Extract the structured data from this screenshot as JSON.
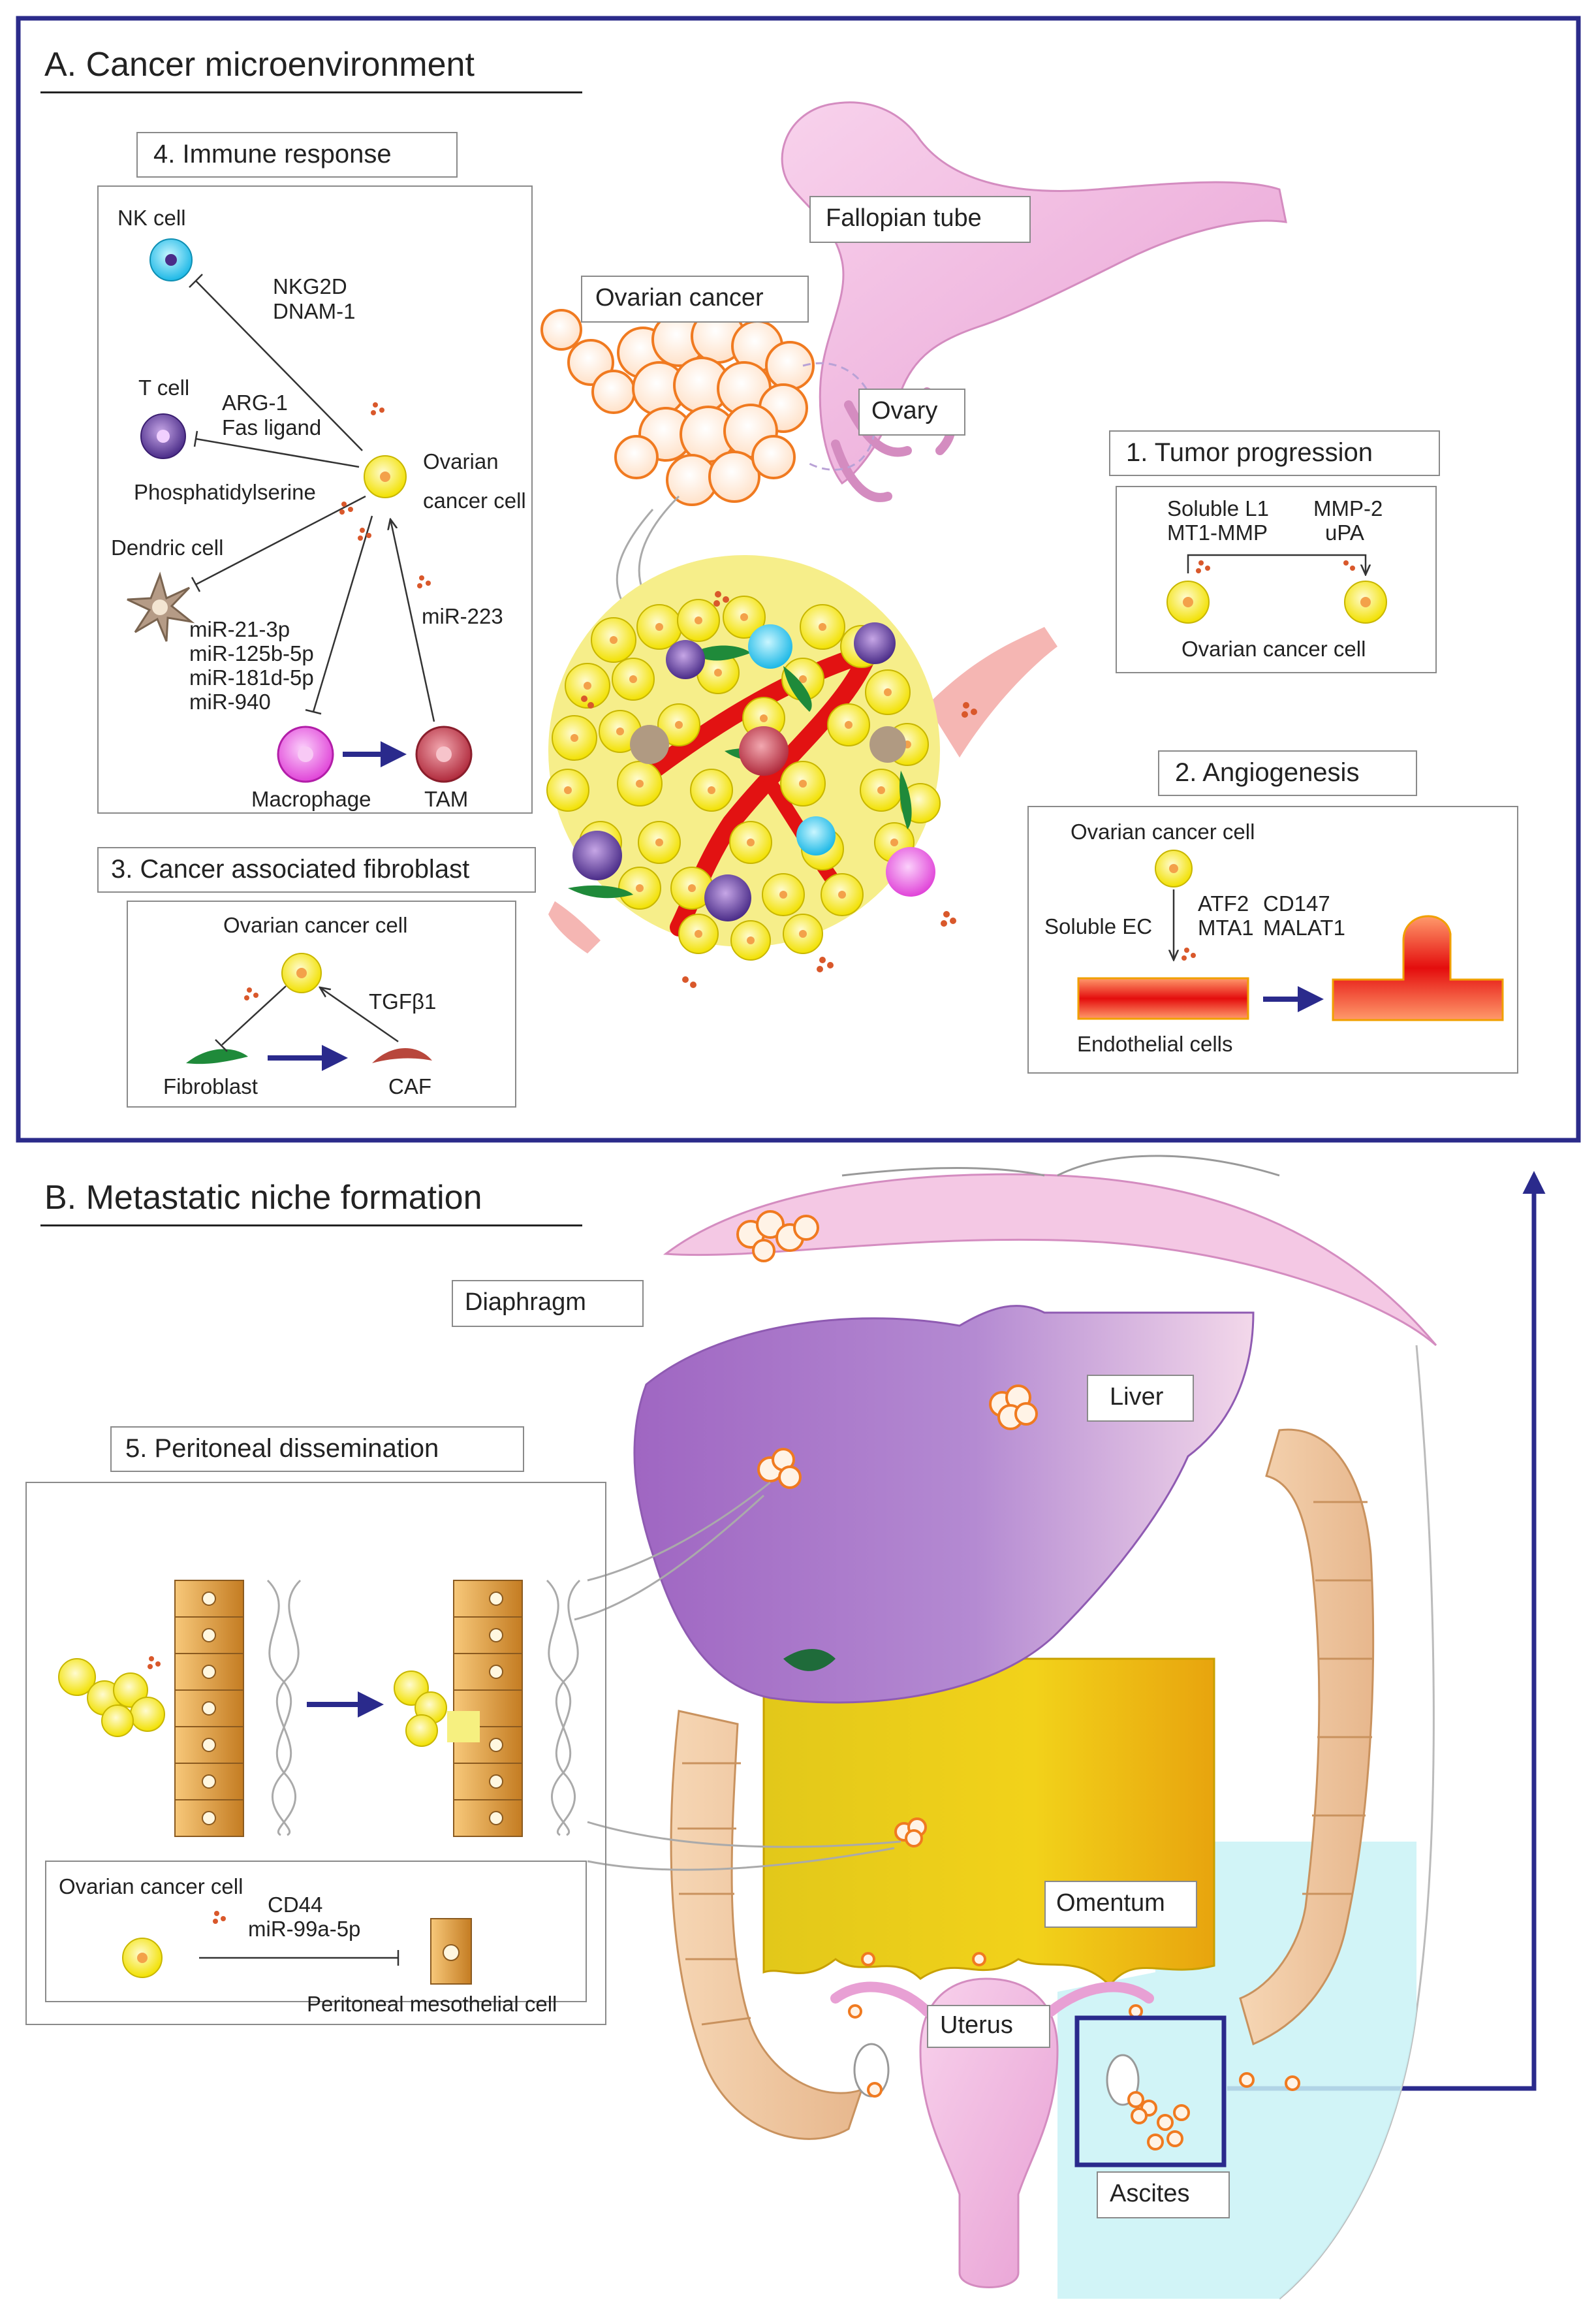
{
  "sectionA": {
    "title": "A. Cancer microenvironment"
  },
  "sectionB": {
    "title": "B. Metastatic niche formation"
  },
  "immune": {
    "title": "4. Immune response",
    "nk": "NK cell",
    "nkg2d": "NKG2D",
    "dnam": "DNAM-1",
    "tcell": "T cell",
    "arg": "ARG-1",
    "fas": "Fas ligand",
    "ps": "Phosphatidylserine",
    "ovarian1": "Ovarian",
    "ovarian2": "cancer cell",
    "dendric": "Dendric cell",
    "mir21": "miR-21-3p",
    "mir125": "miR-125b-5p",
    "mir181": "miR-181d-5p",
    "mir940": "miR-940",
    "mir223": "miR-223",
    "macrophage": "Macrophage",
    "tam": "TAM"
  },
  "caf": {
    "title": "3. Cancer associated fibroblast",
    "cell": "Ovarian cancer cell",
    "tgf": "TGFβ1",
    "fibroblast": "Fibroblast",
    "caf": "CAF"
  },
  "organsA": {
    "fallopian": "Fallopian tube",
    "ovarianCancer": "Ovarian cancer",
    "ovary": "Ovary"
  },
  "progression": {
    "title": "1. Tumor progression",
    "l1": "Soluble L1",
    "mt1": "MT1-MMP",
    "mmp2": "MMP-2",
    "upa": "uPA",
    "cell": "Ovarian cancer cell"
  },
  "angio": {
    "title": "2. Angiogenesis",
    "cell": "Ovarian cancer cell",
    "solubleEC": "Soluble EC",
    "atf2": "ATF2",
    "mta1": "MTA1",
    "cd147": "CD147",
    "malat1": "MALAT1",
    "endo": "Endothelial cells"
  },
  "organsB": {
    "diaphragm": "Diaphragm",
    "liver": "Liver",
    "omentum": "Omentum",
    "uterus": "Uterus",
    "ascites": "Ascites"
  },
  "peritoneal": {
    "title": "5. Peritoneal dissemination",
    "cell": "Ovarian cancer cell",
    "cd44": "CD44",
    "mir99": "miR-99a-5p",
    "meso": "Peritoneal mesothelial cell"
  }
}
